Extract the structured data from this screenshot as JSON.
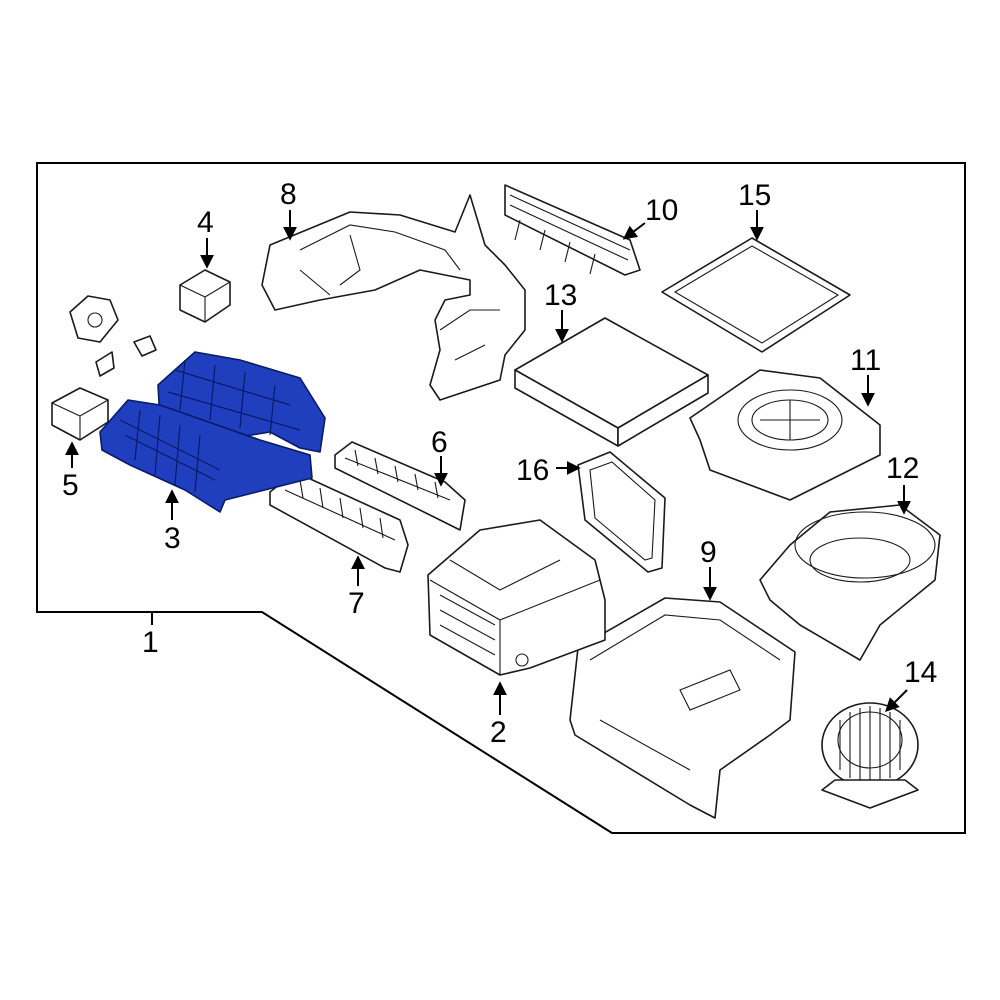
{
  "diagram": {
    "highlight_color": "#1f3fbf",
    "highlighted_part": "3",
    "callouts": {
      "c1": "1",
      "c2": "2",
      "c3": "3",
      "c4": "4",
      "c5": "5",
      "c6": "6",
      "c7": "7",
      "c8": "8",
      "c9": "9",
      "c10": "10",
      "c11": "11",
      "c12": "12",
      "c13": "13",
      "c14": "14",
      "c15": "15",
      "c16": "16"
    }
  }
}
